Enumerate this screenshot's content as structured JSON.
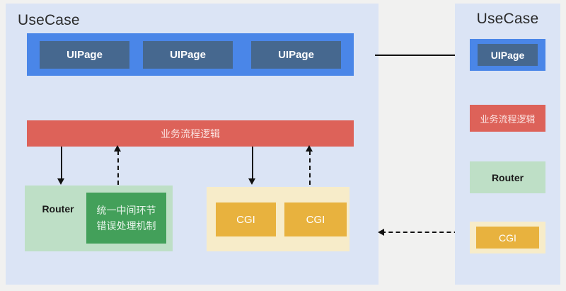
{
  "diagram": {
    "left_panel": {
      "title": "UseCase",
      "ui_group": {
        "pages": [
          {
            "label": "UIPage"
          },
          {
            "label": "UIPage"
          },
          {
            "label": "UIPage"
          }
        ]
      },
      "business_logic_bar": {
        "label": "业务流程逻辑"
      },
      "router_group": {
        "label": "Router",
        "inner_label": "统一中间环节\n错误处理机制"
      },
      "cgi_group": {
        "items": [
          {
            "label": "CGI"
          },
          {
            "label": "CGI"
          }
        ]
      },
      "connectors": [
        {
          "name": "logic-to-router",
          "style": "solid",
          "direction": "down"
        },
        {
          "name": "router-to-logic",
          "style": "dashed",
          "direction": "up"
        },
        {
          "name": "logic-to-cgi",
          "style": "solid",
          "direction": "down"
        },
        {
          "name": "cgi-to-logic",
          "style": "dashed",
          "direction": "up"
        }
      ]
    },
    "bridges": [
      {
        "name": "top-bridge",
        "style": "solid",
        "direction": "right"
      },
      {
        "name": "bottom-bridge",
        "style": "dashed",
        "direction": "left"
      }
    ],
    "right_panel": {
      "title": "UseCase",
      "legend": [
        {
          "key": "uipage",
          "label": "UIPage",
          "outer_color": "#4a86e8",
          "inner_color": "#46688f"
        },
        {
          "key": "business-logic",
          "label": "业务流程逻辑",
          "color": "#dd6259"
        },
        {
          "key": "router",
          "label": "Router",
          "color": "#bedfc6"
        },
        {
          "key": "cgi",
          "label": "CGI",
          "outer_color": "#f7ecc9",
          "inner_color": "#e8b23e"
        }
      ]
    },
    "colors": {
      "panel_background": "#dbe4f5",
      "canvas_background": "#f1f1f0",
      "blue_group": "#4a86e8",
      "uipage": "#46688f",
      "business_logic": "#dd6259",
      "router_group": "#bedfc6",
      "router_inner": "#43a05a",
      "cgi_group": "#f7ecc9",
      "cgi": "#e8b23e",
      "connector": "#111111"
    }
  }
}
